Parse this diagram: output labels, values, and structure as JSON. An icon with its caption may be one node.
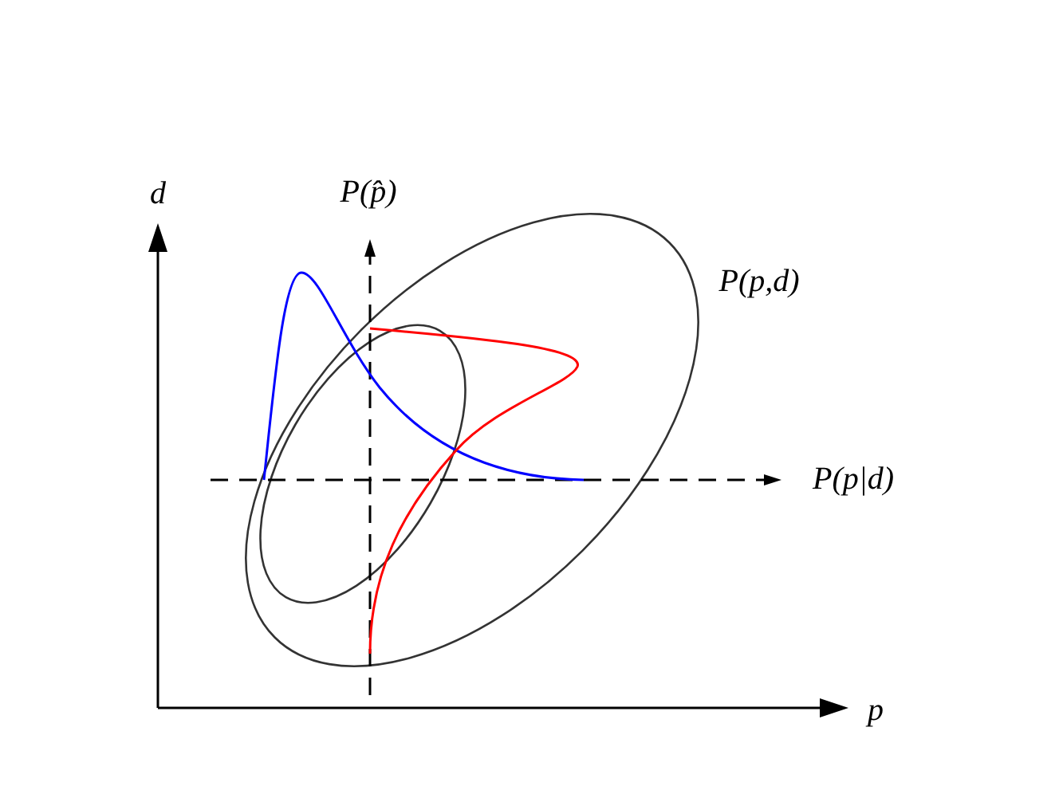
{
  "diagram": {
    "nodes": [
      {
        "text": [],
        "shape": "ellipse",
        "beside": [
          "P(p,d)"
        ]
      },
      {
        "text": [],
        "shape": "ellipse",
        "in": 0
      }
    ],
    "labels": [
      "d",
      "P(p̂)",
      "P(p|d)",
      "p"
    ]
  }
}
